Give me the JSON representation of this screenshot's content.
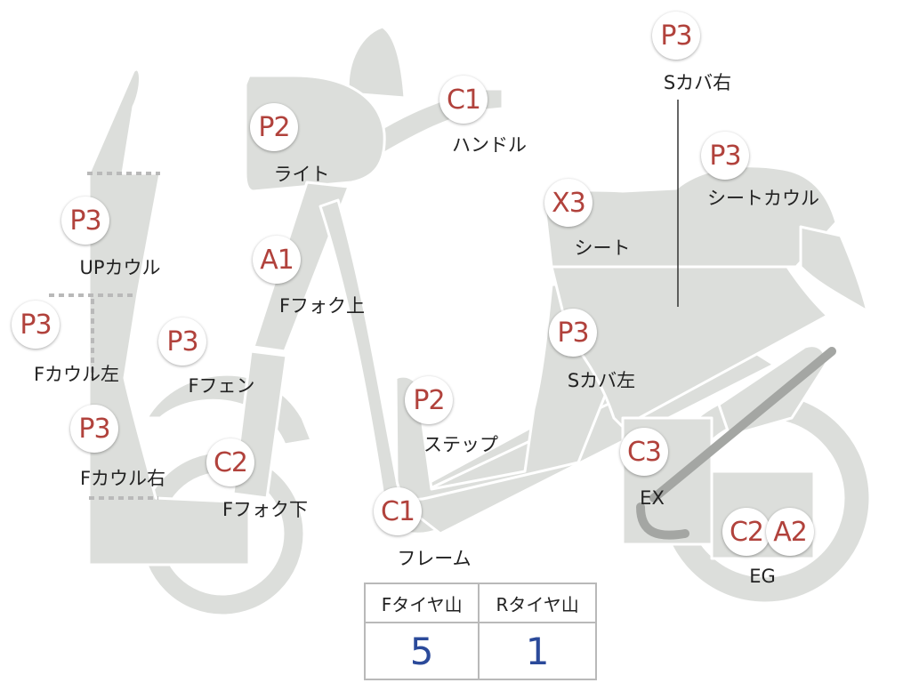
{
  "colors": {
    "part_fill": "#dcdedb",
    "part_stroke": "#ffffff",
    "badge_text": "#b1423c",
    "value_text": "#2b4a9a"
  },
  "parts": [
    {
      "id": "up-cowl",
      "grade": "P3",
      "label": "UPカウル"
    },
    {
      "id": "f-cowl-l",
      "grade": "P3",
      "label": "Fカウル左"
    },
    {
      "id": "f-cowl-r",
      "grade": "P3",
      "label": "Fカウル右"
    },
    {
      "id": "light",
      "grade": "P2",
      "label": "ライト"
    },
    {
      "id": "f-fork-up",
      "grade": "A1",
      "label": "Fフォク上"
    },
    {
      "id": "f-fender",
      "grade": "P3",
      "label": "Fフェン"
    },
    {
      "id": "f-fork-lo",
      "grade": "C2",
      "label": "Fフォク下"
    },
    {
      "id": "handle",
      "grade": "C1",
      "label": "ハンドル"
    },
    {
      "id": "frame",
      "grade": "C1",
      "label": "フレーム"
    },
    {
      "id": "step",
      "grade": "P2",
      "label": "ステップ"
    },
    {
      "id": "seat",
      "grade": "X3",
      "label": "シート"
    },
    {
      "id": "s-cover-l",
      "grade": "P3",
      "label": "Sカバ左"
    },
    {
      "id": "seat-cowl",
      "grade": "P3",
      "label": "シートカウル"
    },
    {
      "id": "s-cover-r",
      "grade": "P3",
      "label": "Sカバ右"
    },
    {
      "id": "ex",
      "grade": "C3",
      "label": "EX"
    },
    {
      "id": "eg-c",
      "grade": "C2",
      "label": ""
    },
    {
      "id": "eg-a",
      "grade": "A2",
      "label": "EG"
    }
  ],
  "tread": {
    "headers": [
      "Fタイヤ山",
      "Rタイヤ山"
    ],
    "values": [
      "5",
      "1"
    ]
  }
}
